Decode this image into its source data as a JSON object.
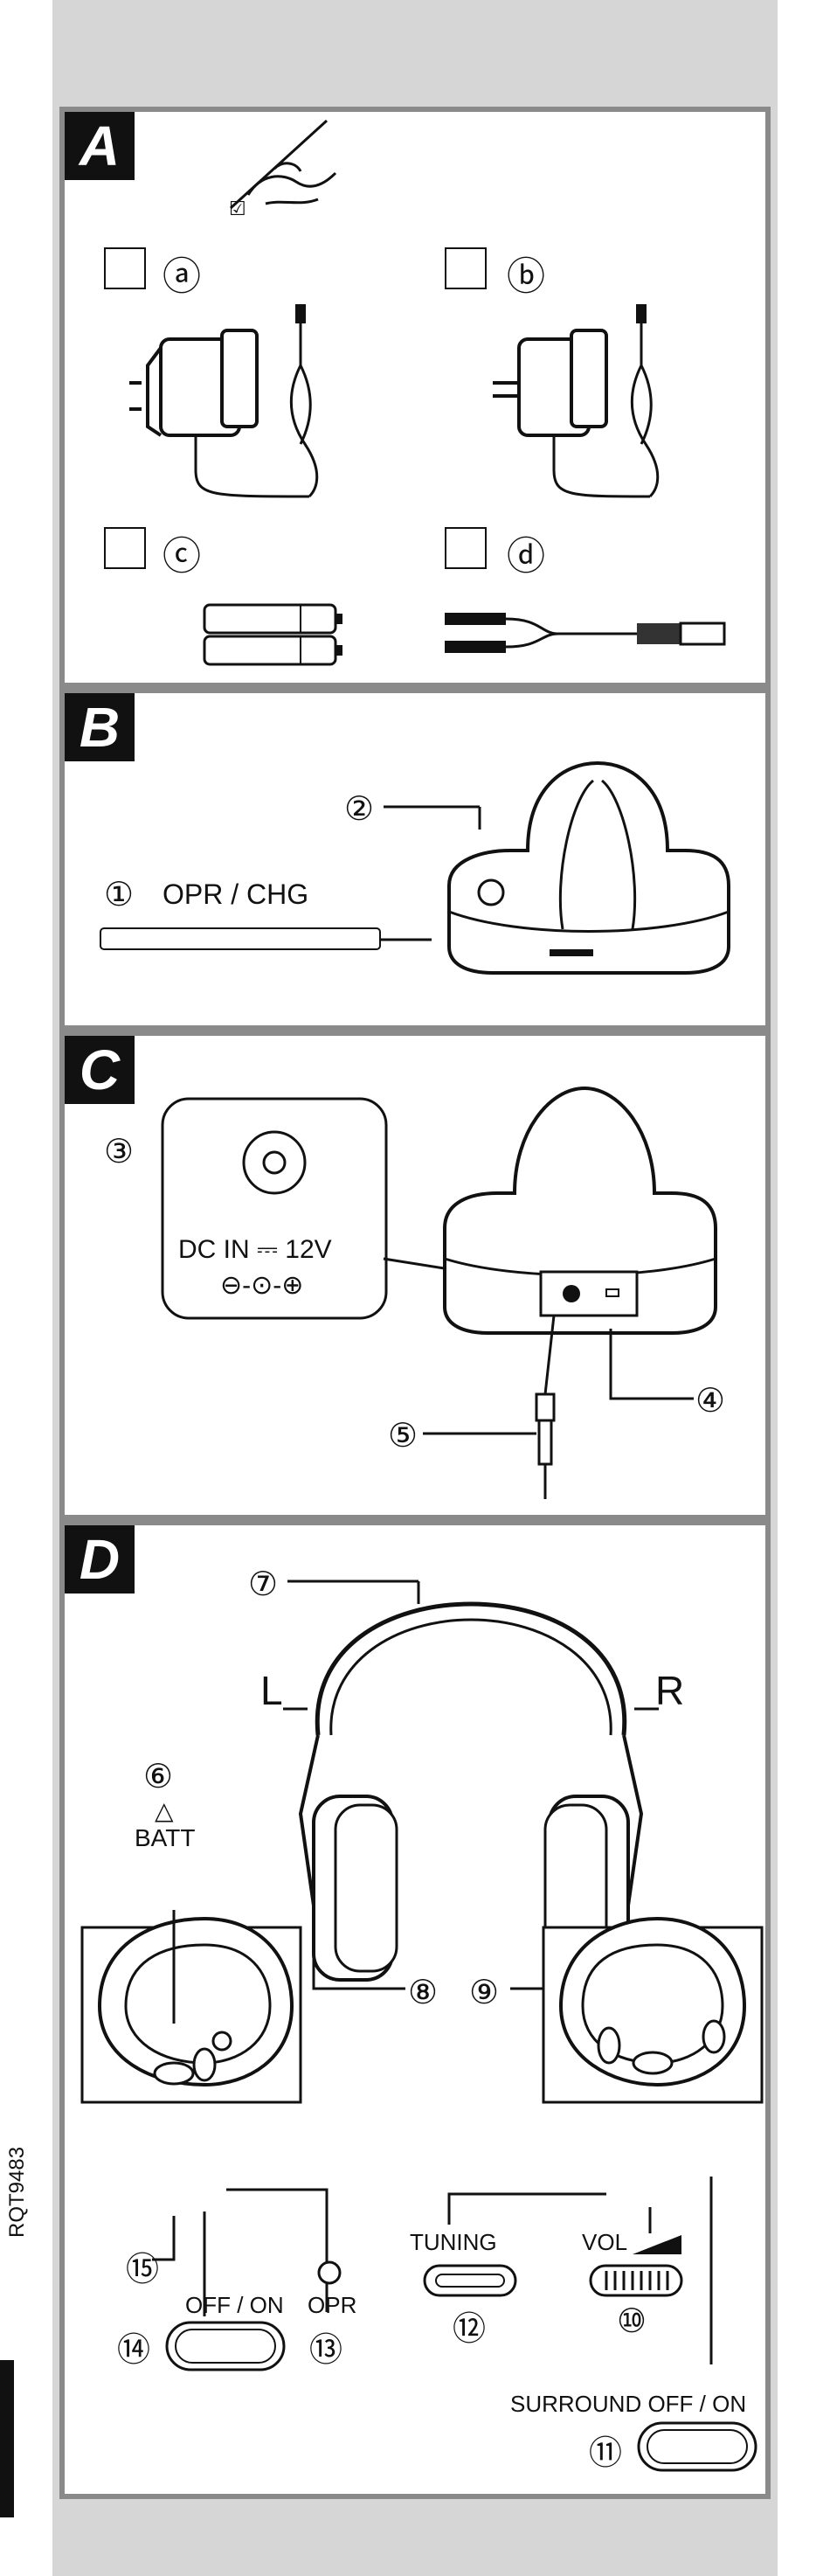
{
  "panels": {
    "a": {
      "letter": "A",
      "check_icon_text": "☑",
      "items": [
        {
          "marker": "ⓐ"
        },
        {
          "marker": "ⓑ"
        },
        {
          "marker": "ⓒ"
        },
        {
          "marker": "ⓓ"
        }
      ]
    },
    "b": {
      "letter": "B",
      "num1": "①",
      "num2": "②",
      "label1": "OPR / CHG"
    },
    "c": {
      "letter": "C",
      "num3": "③",
      "num4": "④",
      "num5": "⑤",
      "dc_label": "DC IN ⎓ 12V",
      "polarity": "⊖-⊙-⊕"
    },
    "d": {
      "letter": "D",
      "num6": "⑥",
      "num7": "⑦",
      "num8": "⑧",
      "num9": "⑨",
      "num10": "⑩",
      "num11": "⑪",
      "num12": "⑫",
      "num13": "⑬",
      "num14": "⑭",
      "num15": "⑮",
      "left_label": "L",
      "right_label": "R",
      "batt_symbol": "△",
      "batt_label": "BATT",
      "tuning_label": "TUNING",
      "vol_label": "VOL",
      "opr_label": "OPR",
      "offon_label": "OFF / ON",
      "surround_label": "SURROUND OFF / ON"
    }
  },
  "side_code": "RQT9483"
}
